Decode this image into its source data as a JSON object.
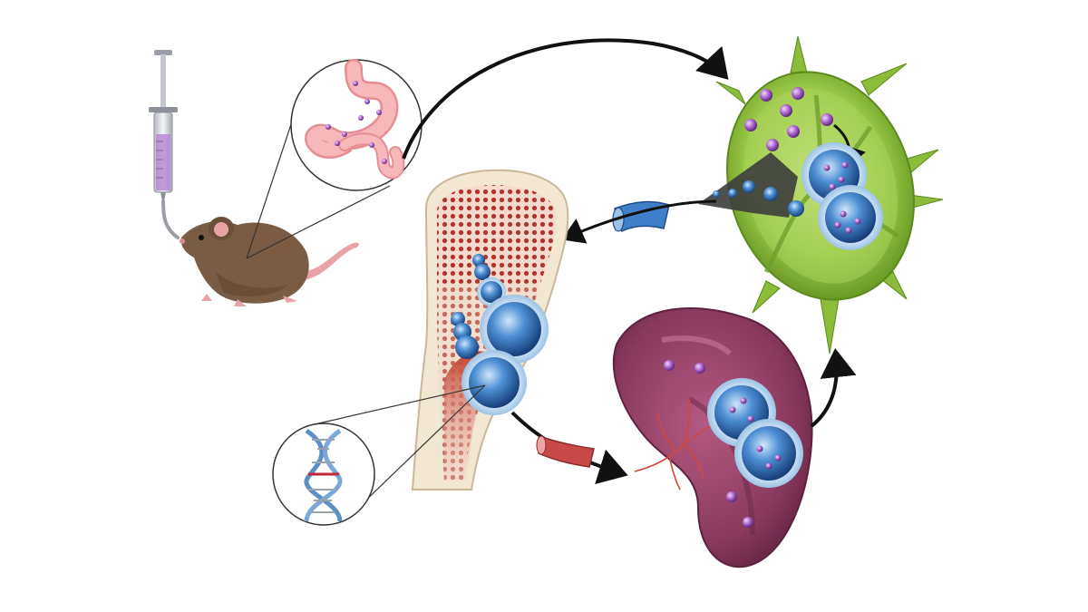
{
  "figure": {
    "description_hidden": "",
    "components": [
      {
        "id": "mouse-gavage",
        "icon": "syringe-icon"
      },
      {
        "id": "stomach-zoom",
        "icon": "stomach-icon"
      },
      {
        "id": "lymph-node",
        "icon": "lymph-node-icon"
      },
      {
        "id": "bone-marrow",
        "icon": "bone-icon"
      },
      {
        "id": "dna-zoom",
        "icon": "dna-icon"
      },
      {
        "id": "spleen",
        "icon": "spleen-icon"
      }
    ]
  },
  "colors": {
    "arrow": "#111111",
    "cell_blue": "#2f6fb6",
    "particle_purple": "#9b59b6",
    "lymph_green": "#8dbb3a",
    "spleen_purple": "#8a3a5e",
    "bone_cream": "#f2e7d3",
    "marrow_red": "#b02a1e",
    "mouse_brown": "#7a5c45",
    "stomach_pink": "#f2a5a8"
  }
}
